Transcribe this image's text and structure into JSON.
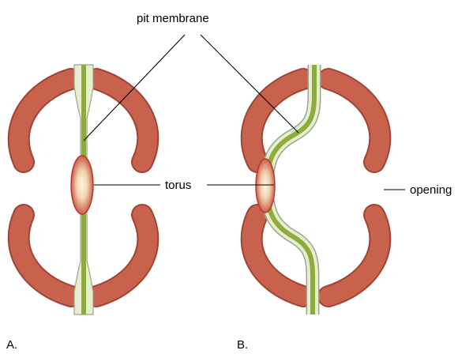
{
  "labels": {
    "pit_membrane": "pit membrane",
    "torus": "torus",
    "opening": "opening",
    "panel_a": "A.",
    "panel_b": "B."
  },
  "colors": {
    "cell_wall": "#c8624c",
    "cell_wall_edge": "#9e4434",
    "membrane_green": "#8cad3c",
    "membrane_light": "#e7eecf",
    "membrane_edge": "#9aa58a",
    "torus_center": "#fbf1d8",
    "torus_edge": "#c4463a",
    "leader_line": "#000000"
  }
}
